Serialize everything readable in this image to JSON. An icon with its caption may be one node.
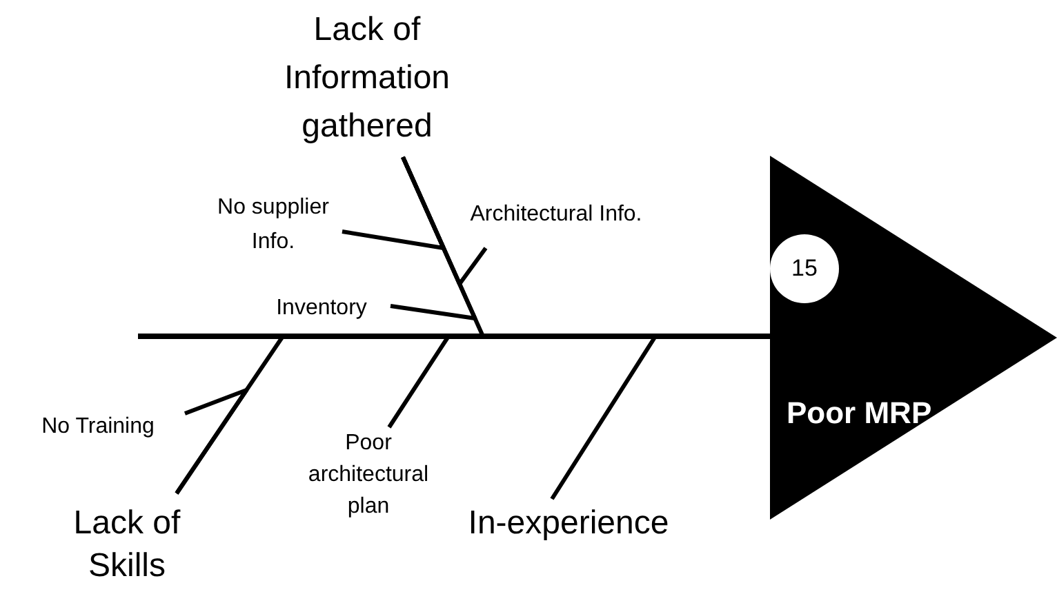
{
  "diagram": {
    "nodes": [
      {
        "text": [
          "Poor MRP"
        ]
      },
      {
        "text": [
          "15"
        ],
        "in": 0
      },
      {
        "text": [
          "Lack of Information gathered"
        ]
      },
      {
        "text": [
          "No supplier Info."
        ]
      },
      {
        "text": [
          "Architectural Info."
        ]
      },
      {
        "text": [
          "Inventory"
        ]
      },
      {
        "text": [
          "Lack of Skills"
        ]
      },
      {
        "text": [
          "No Training"
        ]
      },
      {
        "text": [
          "Poor architectural plan"
        ]
      },
      {
        "text": [
          "In-experience"
        ]
      }
    ],
    "edges": [
      {
        "from": 2,
        "to": 0,
        "arrow": "none"
      },
      {
        "from": 6,
        "to": 0,
        "arrow": "none"
      },
      {
        "from": 8,
        "to": 0,
        "arrow": "none"
      },
      {
        "from": 9,
        "to": 0,
        "arrow": "none"
      },
      {
        "from": 3,
        "to": 2,
        "arrow": "none"
      },
      {
        "from": 4,
        "to": 2,
        "arrow": "none"
      },
      {
        "from": 5,
        "to": 2,
        "arrow": "none"
      },
      {
        "from": 7,
        "to": 6,
        "arrow": "none"
      }
    ]
  }
}
